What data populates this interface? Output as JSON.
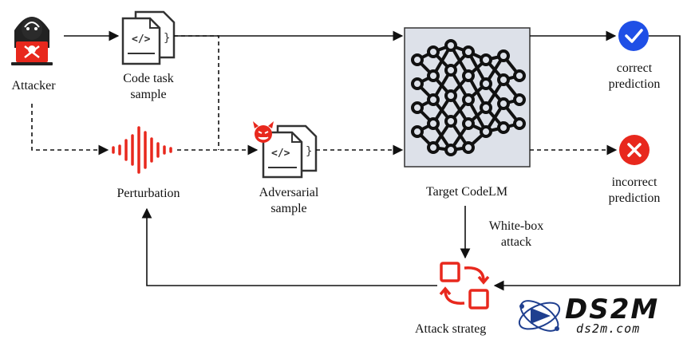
{
  "nodes": {
    "attacker": "Attacker",
    "code_task_sample": [
      "Code task",
      "sample"
    ],
    "perturbation": "Perturbation",
    "adversarial_sample": [
      "Adversarial",
      "sample"
    ],
    "target_model": "Target CodeLM",
    "correct_prediction": [
      "correct",
      "prediction"
    ],
    "incorrect_prediction": [
      "incorrect",
      "prediction"
    ],
    "white_box_attack": [
      "White-box",
      "attack"
    ],
    "attack_strategy": "Attack strateg"
  },
  "watermark": {
    "brand": "DS2M",
    "url": "ds2m.com"
  },
  "colors": {
    "red_accent": "#e8281d",
    "blue_check": "#1f4fe6",
    "network_box": "#dde1e9",
    "line": "#111111"
  }
}
